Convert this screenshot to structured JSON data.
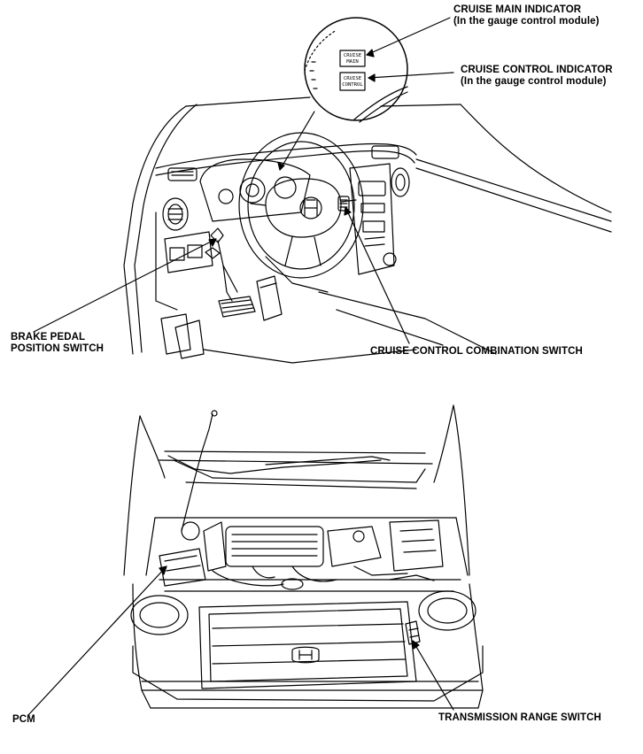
{
  "labels": {
    "cruise_main_indicator": {
      "line1": "CRUISE MAIN INDICATOR",
      "line2": "(In the gauge control module)"
    },
    "cruise_control_indicator": {
      "line1": "CRUISE CONTROL INDICATOR",
      "line2": "(In the gauge control module)"
    },
    "brake_pedal_position_switch": {
      "line1": "BRAKE PEDAL",
      "line2": "POSITION SWITCH"
    },
    "cruise_control_combination_switch": "CRUISE CONTROL COMBINATION SWITCH",
    "pcm": "PCM",
    "transmission_range_switch": "TRANSMISSION RANGE SWITCH"
  },
  "indicator_boxes": {
    "main": {
      "line1": "CRUISE",
      "line2": "MAIN"
    },
    "control": {
      "line1": "CRUISE",
      "line2": "CONTROL"
    }
  }
}
